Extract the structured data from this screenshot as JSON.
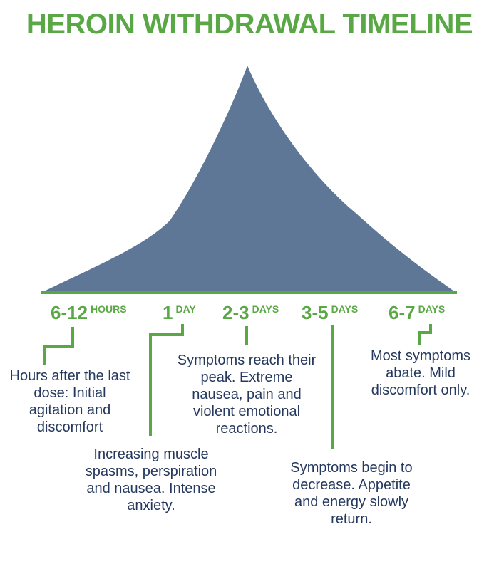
{
  "title": "HEROIN WITHDRAWAL TIMELINE",
  "colors": {
    "title": "#5aa845",
    "peak_fill": "#5e7797",
    "baseline": "#5aa845",
    "connector": "#5aa845",
    "text": "#25385e"
  },
  "stages": [
    {
      "number": "6-12",
      "unit": "HOURS",
      "description": "Hours after the last dose: Initial agitation and discomfort"
    },
    {
      "number": "1",
      "unit": "DAY",
      "description": "Increasing muscle spasms, perspiration and nausea. Intense anxiety."
    },
    {
      "number": "2-3",
      "unit": "DAYS",
      "description": "Symptoms reach their peak. Extreme nausea, pain and violent emotional reactions."
    },
    {
      "number": "3-5",
      "unit": "DAYS",
      "description": "Symptoms begin to decrease. Appetite and energy slowly return."
    },
    {
      "number": "6-7",
      "unit": "DAYS",
      "description": "Most symptoms abate. Mild discomfort only."
    }
  ]
}
